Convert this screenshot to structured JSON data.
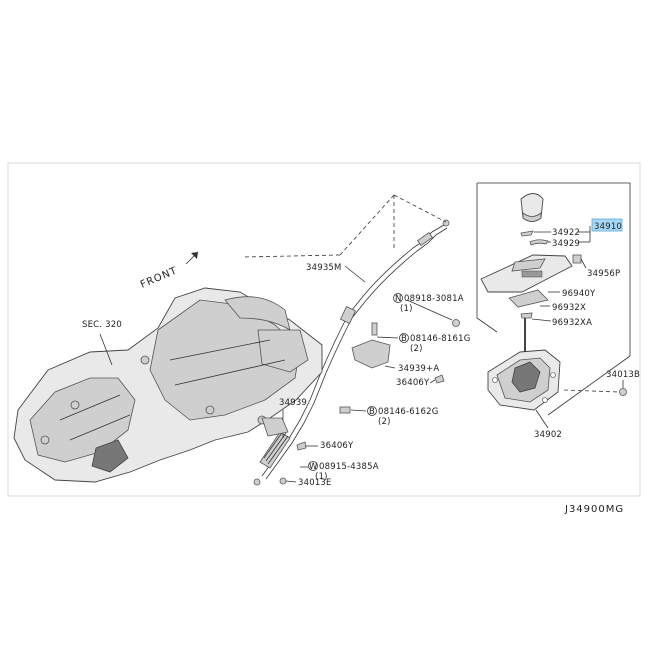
{
  "diagram_id": "J34900MG",
  "front_label": "FRONT",
  "highlight_color": "#a7d8f5",
  "labels": {
    "sec320": "SEC. 320",
    "p34935M": "34935M",
    "p34910": "34910",
    "p34922": "34922",
    "p34929": "34929",
    "p34956P": "34956P",
    "p96940Y": "96940Y",
    "p96932X": "96932X",
    "p96932XA": "96932XA",
    "p34013B": "34013B",
    "p34902": "34902",
    "p36406Y_top": "36406Y",
    "p34939A": "34939+A",
    "p34939": "34939",
    "p36406Y_bot": "36406Y",
    "p34013E": "34013E"
  },
  "callouts": [
    {
      "letter": "N",
      "code": "08918-3081A",
      "qty": "(1)"
    },
    {
      "letter": "B",
      "code": "08146-8161G",
      "qty": "(2)"
    },
    {
      "letter": "B",
      "code": "08146-6162G",
      "qty": "(2)"
    },
    {
      "letter": "W",
      "code": "08915-4385A",
      "qty": "(1)"
    }
  ]
}
